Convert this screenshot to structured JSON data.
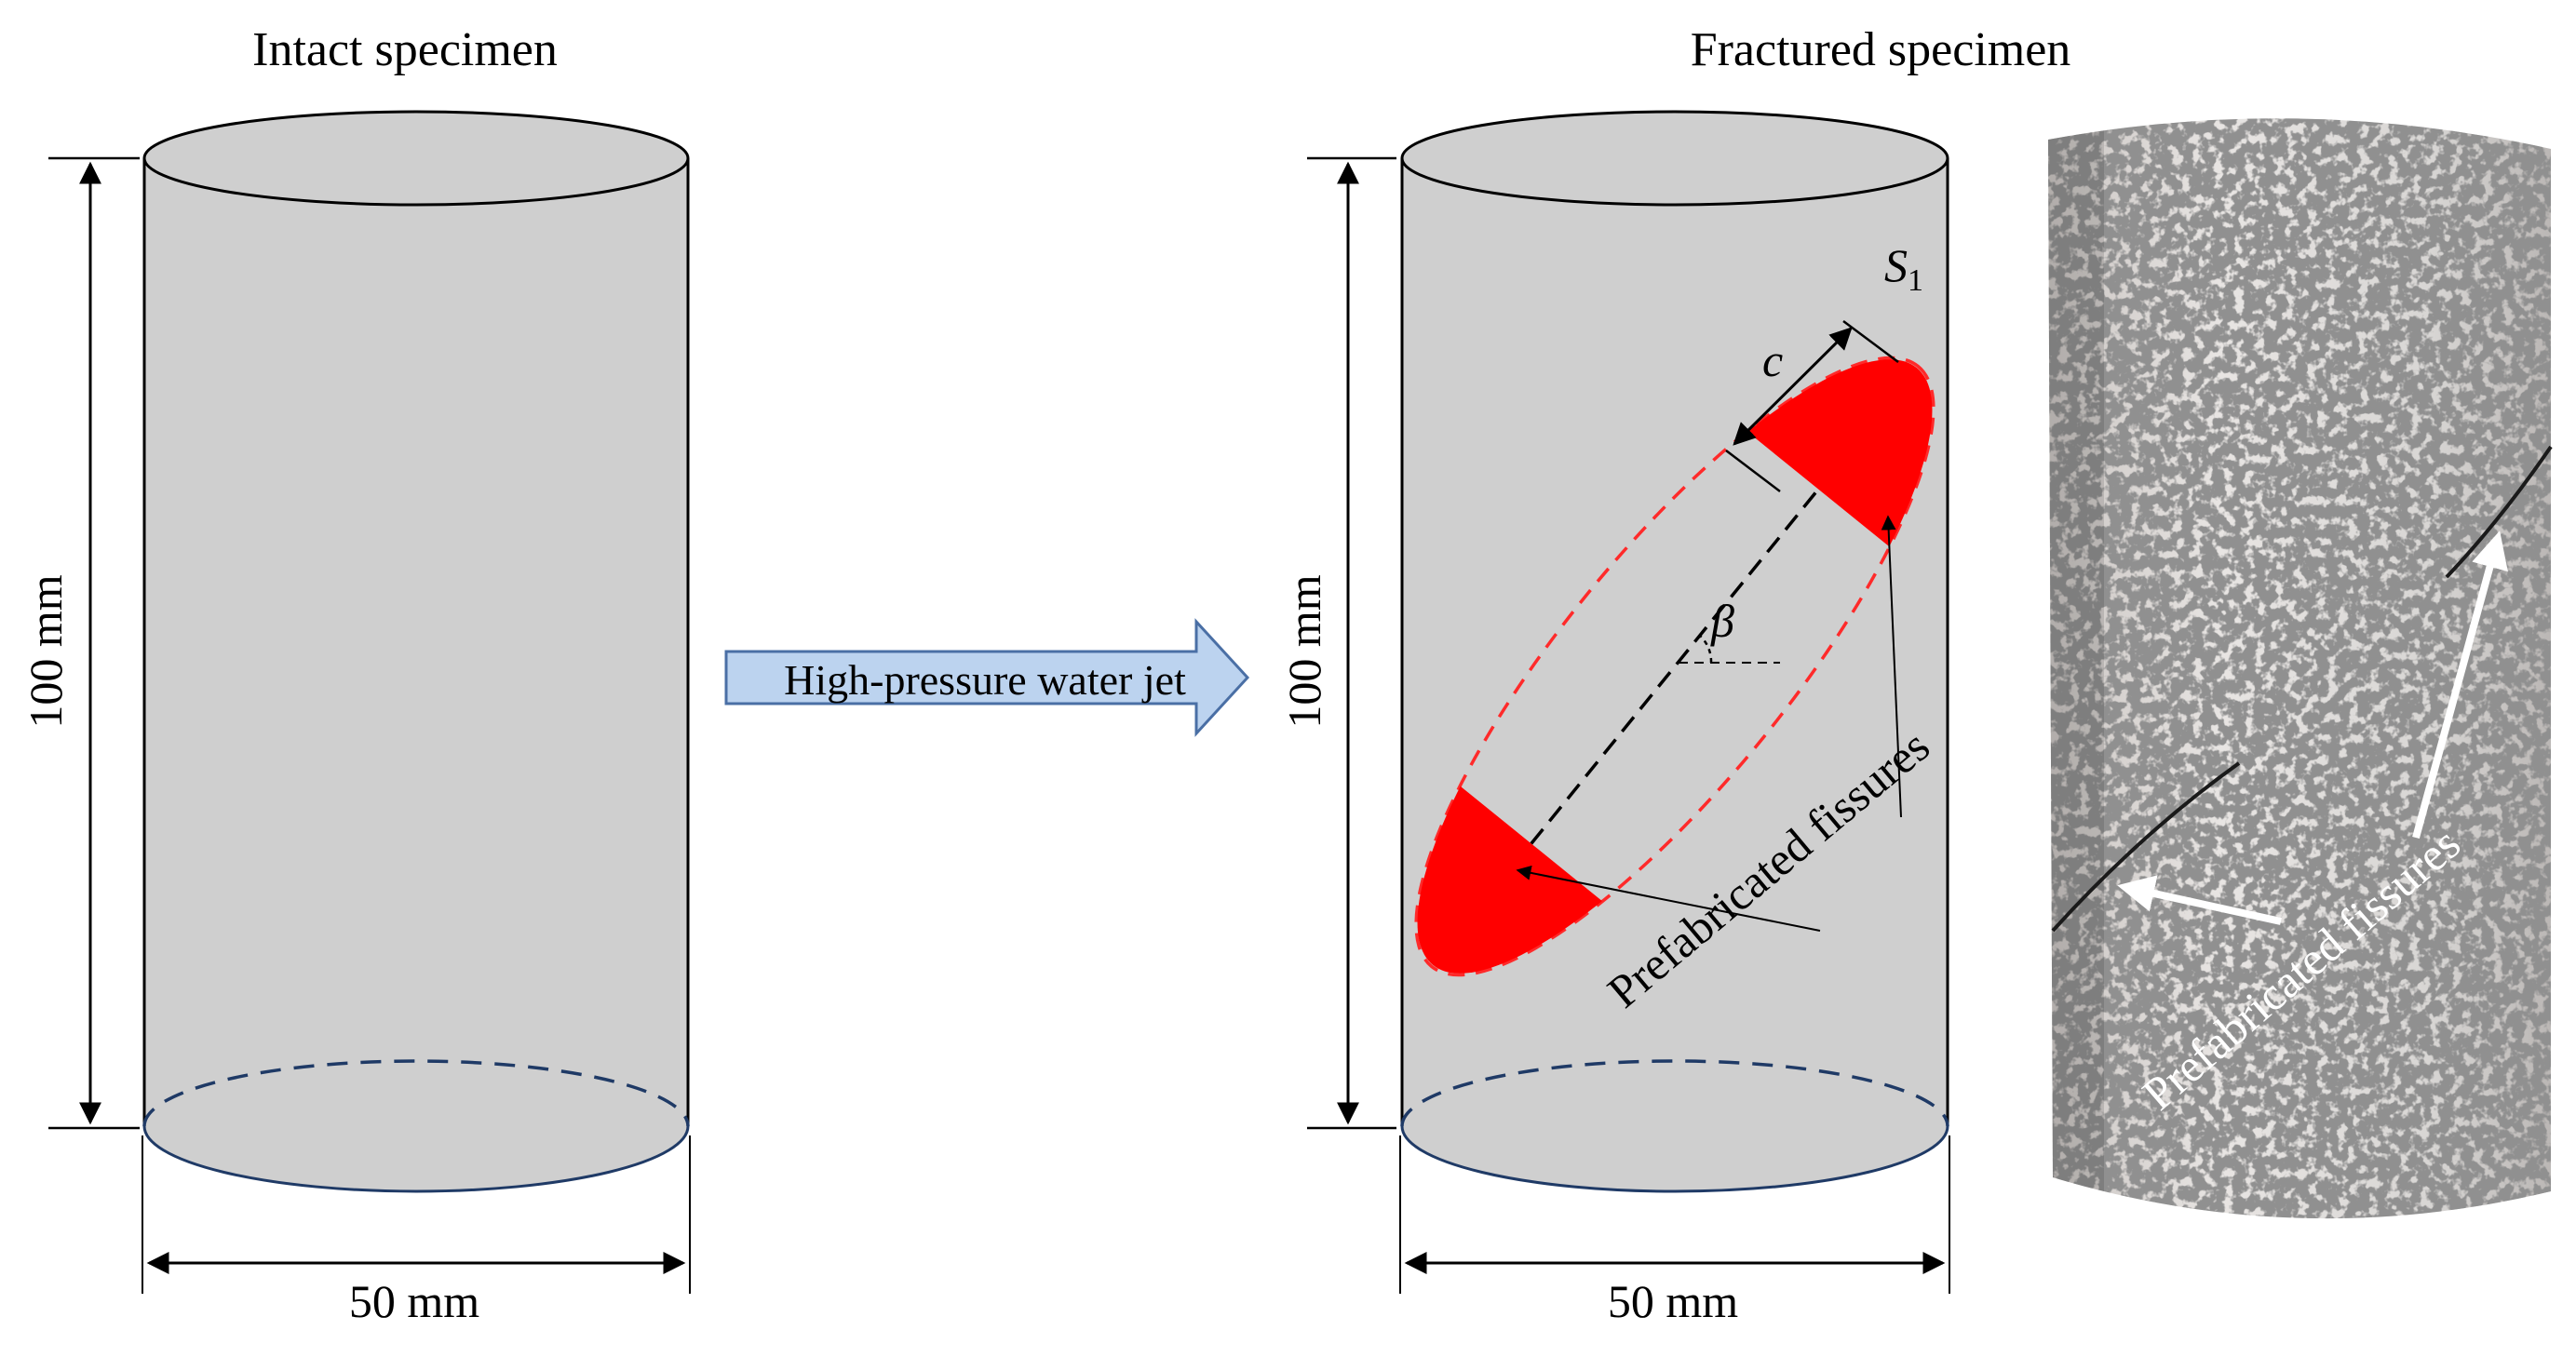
{
  "titles": {
    "intact": "Intact specimen",
    "fractured": "Fractured specimen"
  },
  "dimensions": {
    "height_left": "100 mm",
    "width_left": "50 mm",
    "height_right": "100 mm",
    "width_right": "50 mm"
  },
  "process_arrow": {
    "label": "High-pressure water jet",
    "fill": "#bcd3ef",
    "stroke": "#4a6fa5"
  },
  "symbols": {
    "surface": "S",
    "surface_sub": "1",
    "crack_length": "c",
    "angle": "β"
  },
  "annotations": {
    "fissure_label": "Prefabricated fissures",
    "photo_fissure_label": "Prefabricated fissures"
  },
  "colors": {
    "specimen_fill": "#cfcfcf",
    "fissure_red": "#ff0000",
    "dashed_bottom": "#1f3a66"
  }
}
